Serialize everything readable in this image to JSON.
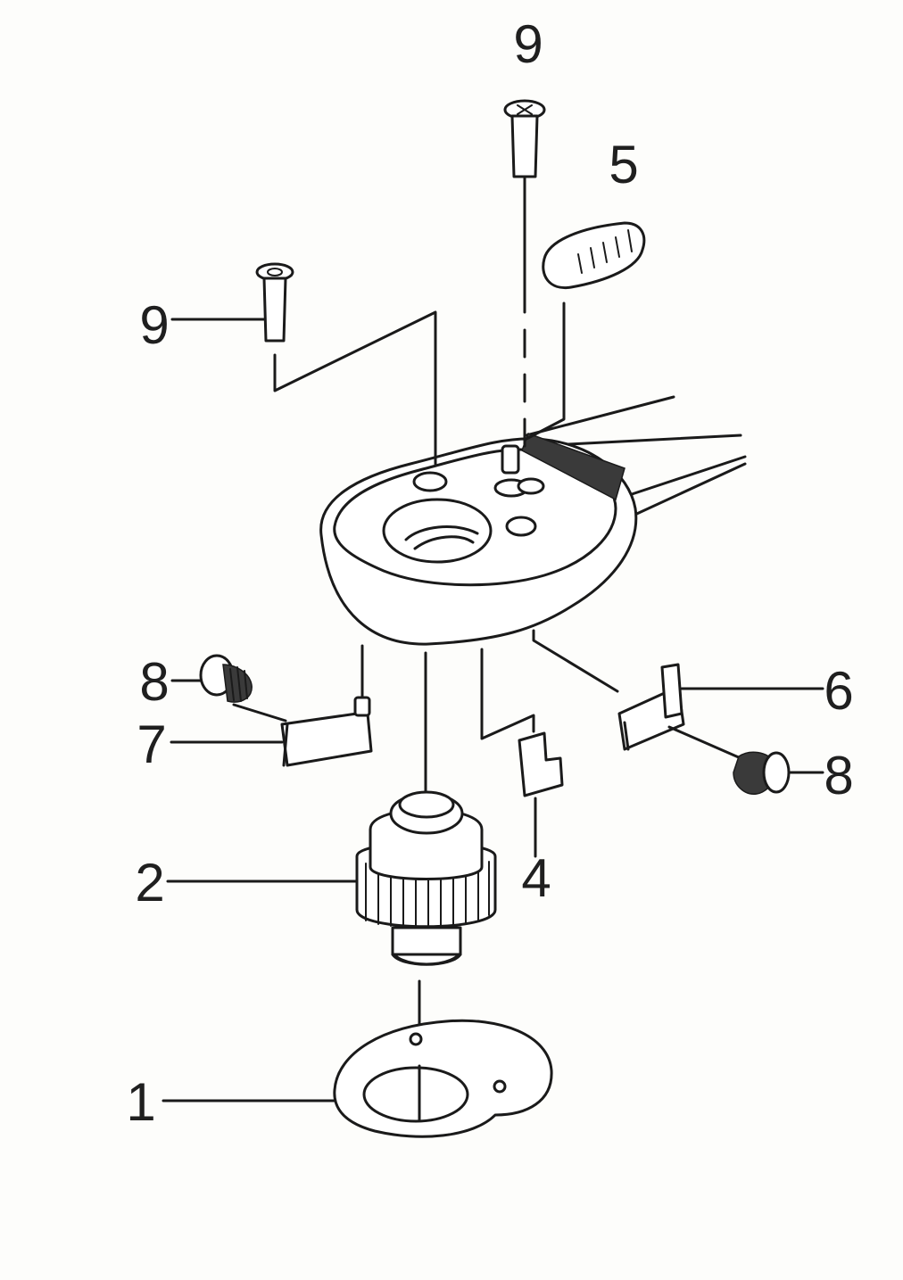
{
  "diagram": {
    "callouts": [
      {
        "id": "c1",
        "text": "1"
      },
      {
        "id": "c2",
        "text": "2"
      },
      {
        "id": "c4",
        "text": "4"
      },
      {
        "id": "c5",
        "text": "5"
      },
      {
        "id": "c6",
        "text": "6"
      },
      {
        "id": "c7",
        "text": "7"
      },
      {
        "id": "c8a",
        "text": "8"
      },
      {
        "id": "c8b",
        "text": "8"
      },
      {
        "id": "c9a",
        "text": "9"
      },
      {
        "id": "c9b",
        "text": "9"
      }
    ]
  }
}
